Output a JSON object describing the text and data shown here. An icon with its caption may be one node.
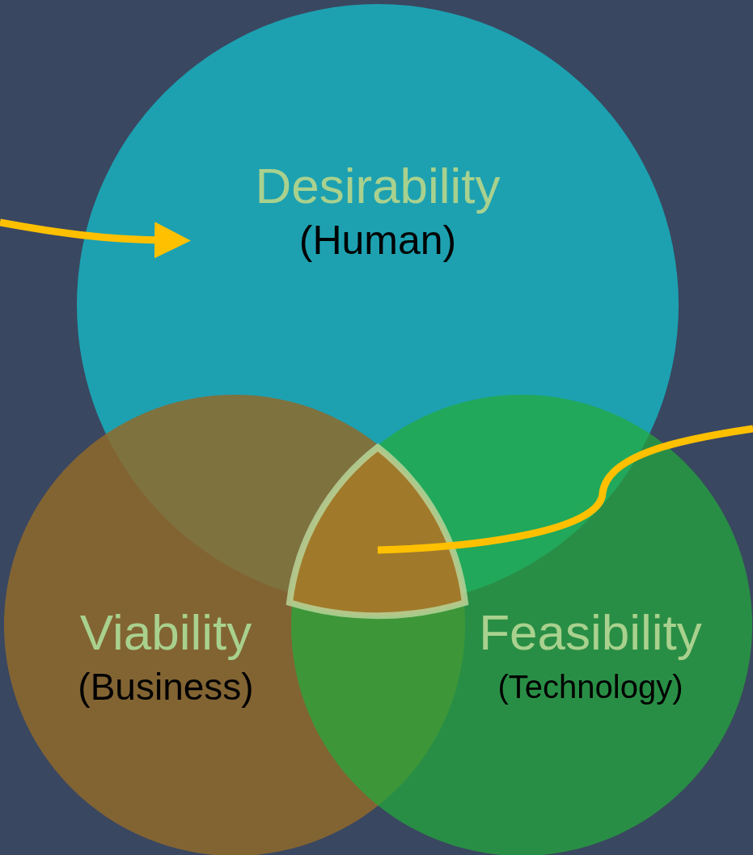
{
  "diagram": {
    "nodes": [
      {
        "text": [
          "Desirability",
          "(Human)"
        ]
      },
      {
        "text": [
          "Viability",
          "(Business)"
        ]
      },
      {
        "text": [
          "Feasibility",
          "(Technology)"
        ]
      },
      {
        "text": [],
        "shape": "triangle"
      }
    ],
    "edges": [
      {
        "from": null,
        "to": 0,
        "arrow": "to"
      },
      {
        "from": 3,
        "to": null,
        "arrow": "none"
      }
    ]
  }
}
